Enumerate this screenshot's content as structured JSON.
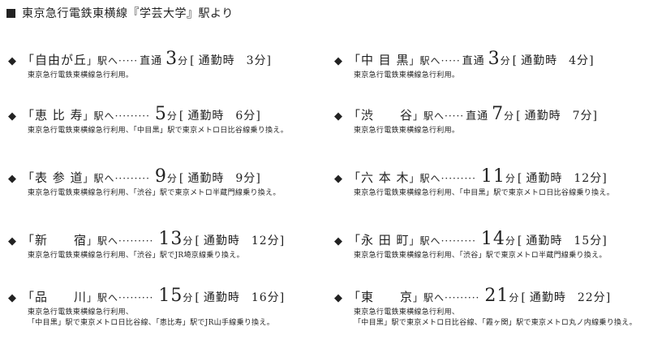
{
  "header": {
    "title": "東京急行電鉄東横線『学芸大学』駅より"
  },
  "common": {
    "suffix": "」駅へ",
    "unit": "分",
    "commute_label": "通勤時",
    "direct": "直通"
  },
  "left": [
    {
      "station": "「自由が丘",
      "dots": "·····",
      "direct": "直通",
      "minutes": "3",
      "commute": "3分",
      "note1": "東京急行電鉄東横線急行利用。",
      "note2": ""
    },
    {
      "station": "「恵 比 寿",
      "dots": "·········",
      "direct": "",
      "minutes": "5",
      "commute": "6分",
      "note1": "東京急行電鉄東横線急行利用、「中目黒」駅で東京メトロ日比谷線乗り換え。",
      "note2": ""
    },
    {
      "station": "「表 参 道",
      "dots": "·········",
      "direct": "",
      "minutes": "9",
      "commute": "9分",
      "note1": "東京急行電鉄東横線急行利用、「渋谷」駅で東京メトロ半蔵門線乗り換え。",
      "note2": ""
    },
    {
      "station": "「新　　宿",
      "dots": "·········",
      "direct": "",
      "minutes": "13",
      "commute": "12分",
      "note1": "東京急行電鉄東横線急行利用、「渋谷」駅でJR埼京線乗り換え。",
      "note2": ""
    },
    {
      "station": "「品　　川",
      "dots": "·········",
      "direct": "",
      "minutes": "15",
      "commute": "16分",
      "note1": "東京急行電鉄東横線急行利用、",
      "note2": "「中目黒」駅で東京メトロ日比谷線、「恵比寿」駅でJR山手線乗り換え。"
    }
  ],
  "right": [
    {
      "station": "「中 目 黒",
      "dots": "·····",
      "direct": "直通",
      "minutes": "3",
      "commute": "4分",
      "note1": "東京急行電鉄東横線急行利用。",
      "note2": ""
    },
    {
      "station": "「渋　　谷",
      "dots": "·····",
      "direct": "直通",
      "minutes": "7",
      "commute": "7分",
      "note1": "東京急行電鉄東横線急行利用。",
      "note2": ""
    },
    {
      "station": "「六 本 木",
      "dots": "·········",
      "direct": "",
      "minutes": "11",
      "commute": "12分",
      "note1": "東京急行電鉄東横線急行利用、「中目黒」駅で東京メトロ日比谷線乗り換え。",
      "note2": ""
    },
    {
      "station": "「永 田 町",
      "dots": "·········",
      "direct": "",
      "minutes": "14",
      "commute": "15分",
      "note1": "東京急行電鉄東横線急行利用、「渋谷」駅で東京メトロ半蔵門線乗り換え。",
      "note2": ""
    },
    {
      "station": "「東　　京",
      "dots": "·········",
      "direct": "",
      "minutes": "21",
      "commute": "22分",
      "note1": "東京急行電鉄東横線急行利用、",
      "note2": "「中目黒」駅で東京メトロ日比谷線、「霞ヶ関」駅で東京メトロ丸ノ内線乗り換え。"
    }
  ]
}
